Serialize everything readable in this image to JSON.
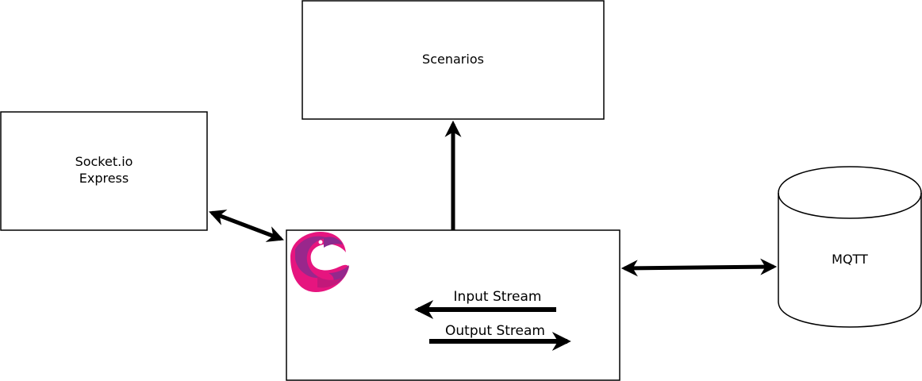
{
  "colors": {
    "stroke": "#000000",
    "background": "#ffffff",
    "rx_logo_pink": "#e6157f",
    "rx_logo_purple": "#8b2a8e"
  },
  "nodes": {
    "scenarios": {
      "label": "Scenarios"
    },
    "socket_express": {
      "label_line1": "Socket.io",
      "label_line2": "Express"
    },
    "mqtt": {
      "label": "MQTT"
    }
  },
  "core": {
    "logo_icon": "reactivex-logo-icon",
    "input_stream_label": "Input Stream",
    "output_stream_label": "Output Stream"
  }
}
